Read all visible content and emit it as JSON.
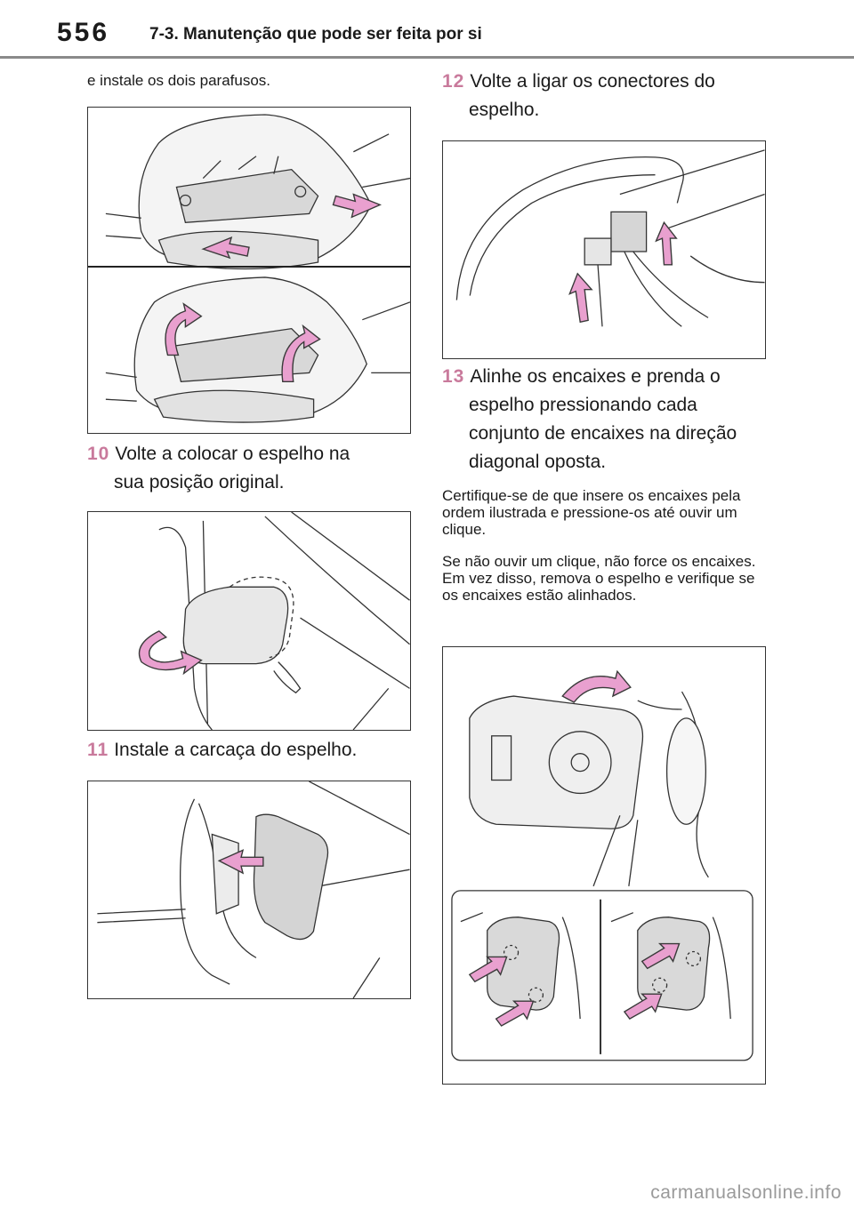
{
  "header": {
    "page_number": "556",
    "section_title": "7-3. Manutenção que pode ser feita por si"
  },
  "left_column": {
    "intro_text": "e instale os dois parafusos.",
    "step10": {
      "number": "10",
      "line1": "Volte a colocar o espelho na",
      "line2": "sua posição original."
    },
    "step11": {
      "number": "11",
      "line1": "Instale a carcaça do espelho."
    }
  },
  "right_column": {
    "step12": {
      "number": "12",
      "line1": "Volte a ligar os conectores do",
      "line2": "espelho."
    },
    "step13": {
      "number": "13",
      "line1": "Alinhe os encaixes e prenda o",
      "line2": "espelho pressionando cada",
      "line3": "conjunto de encaixes na direção",
      "line4": "diagonal oposta."
    },
    "note1": "Certifique-se de que insere os encaixes pela ordem ilustrada e pressione-os até ouvir um clique.",
    "note2": "Se não ouvir um clique, não force os encaixes. Em vez disso, remova o espelho e verifique se os encaixes estão alinhados."
  },
  "footer": {
    "watermark": "carmanualsonline.info"
  },
  "colors": {
    "step_number": "#c97a9c",
    "arrow_fill": "#e9a0cf",
    "arrow_stroke": "#3a3a3a",
    "rule": "#8a8a8a"
  },
  "illustrations": {
    "fig1": "mirror-screws-illustration",
    "fig2": "mirror-rotate-illustration",
    "fig3": "mirror-cover-illustration",
    "fig4": "connector-illustration",
    "fig5": "mirror-clips-illustration"
  }
}
